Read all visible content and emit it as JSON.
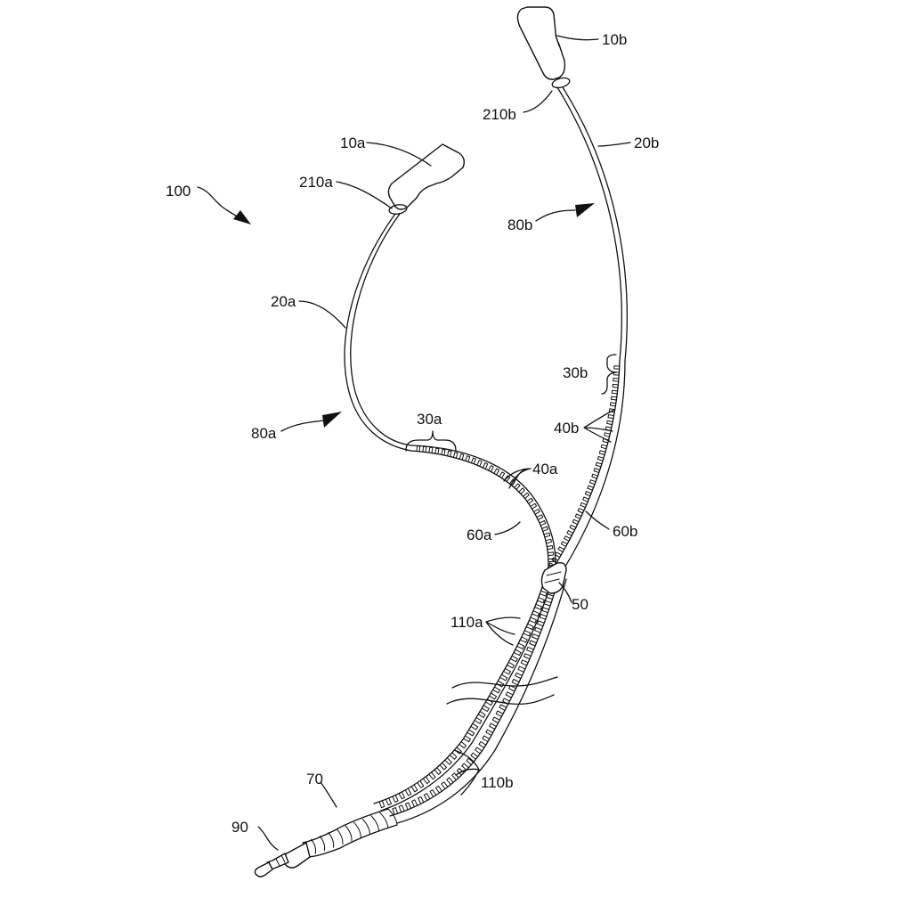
{
  "figure": {
    "labels": {
      "device": "100",
      "earpiece_a": "10a",
      "earpiece_b": "10b",
      "ring_a": "210a",
      "ring_b": "210b",
      "cable_a": "20a",
      "cable_b": "20b",
      "assembly_a": "80a",
      "assembly_b": "80b",
      "section_a": "30a",
      "section_b": "30b",
      "teeth_a": "40a",
      "teeth_b": "40b",
      "zipper_a": "60a",
      "zipper_b": "60b",
      "slider": "50",
      "interlock_a": "110a",
      "interlock_b": "110b",
      "strain_relief": "70",
      "plug": "90"
    }
  }
}
